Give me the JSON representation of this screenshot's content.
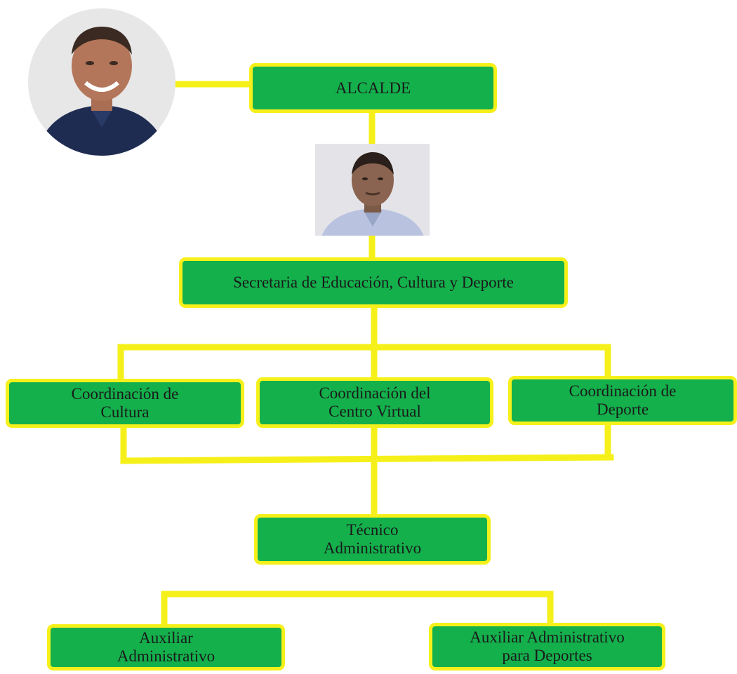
{
  "nodes": {
    "alcalde": "ALCALDE",
    "secretaria": "Secretaria de Educación, Cultura y Deporte",
    "coord_cultura": [
      "Coordinación de",
      "Cultura"
    ],
    "coord_centro": [
      "Coordinación del",
      "Centro Virtual"
    ],
    "coord_deporte": [
      "Coordinación de",
      "Deporte"
    ],
    "tecnico": [
      "Técnico",
      "Administrativo"
    ],
    "auxiliar": [
      "Auxiliar",
      "Administrativo"
    ],
    "auxiliar_deportes": [
      "Auxiliar Administrativo",
      "para Deportes"
    ]
  },
  "colors": {
    "box_fill": "#14b04c",
    "box_border": "#f6f01a",
    "connector": "#f6f01a"
  },
  "photos": {
    "mayor_photo": "portrait-photo",
    "secretary_photo": "portrait-photo"
  }
}
